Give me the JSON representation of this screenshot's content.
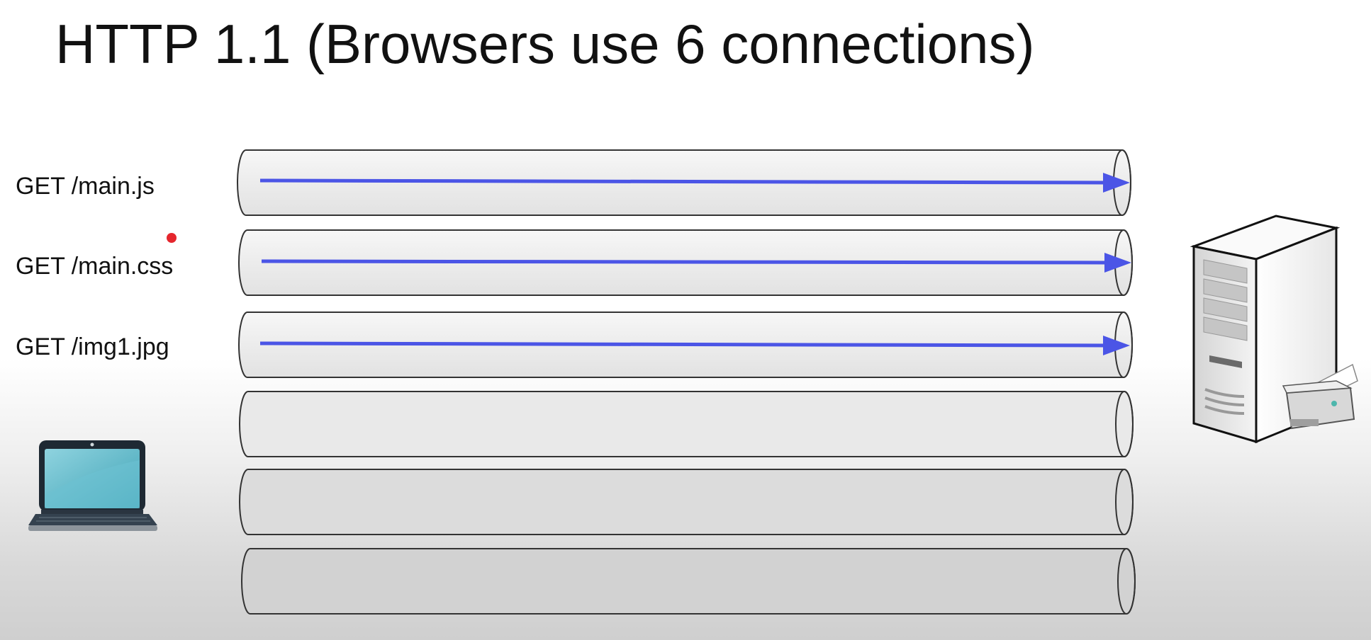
{
  "title": "HTTP 1.1 (Browsers use 6 connections)",
  "requests": [
    {
      "label": "GET /main.js"
    },
    {
      "label": "GET /main.css"
    },
    {
      "label": "GET /img1.jpg"
    }
  ],
  "connections": [
    {
      "has_request": true
    },
    {
      "has_request": true
    },
    {
      "has_request": true
    },
    {
      "has_request": false
    },
    {
      "has_request": false
    },
    {
      "has_request": false
    }
  ],
  "client_icon": "laptop-icon",
  "server_icon": "server-tower-icon",
  "colors": {
    "arrow": "#4b55e6",
    "pipe_stroke": "#333333",
    "pipe_fill": "#ececec",
    "pointer": "#e5262d"
  }
}
